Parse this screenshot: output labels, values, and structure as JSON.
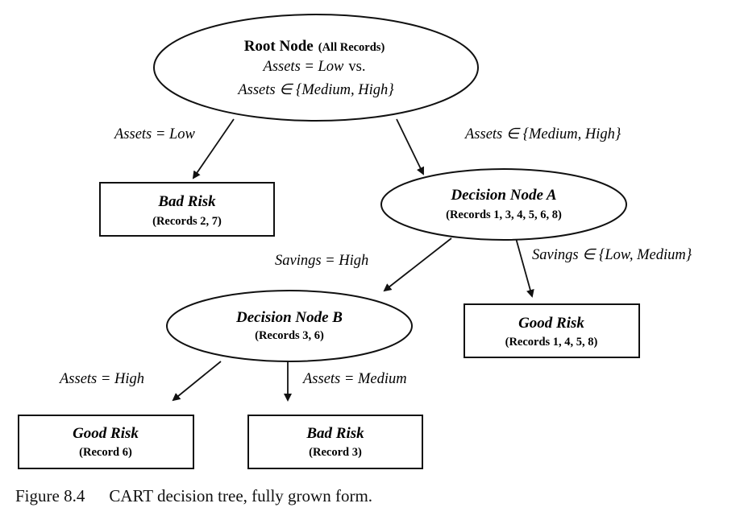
{
  "root": {
    "title": "Root Node",
    "title_note": "(All Records)",
    "split_line1_a": "Assets = Low",
    "split_line1_b": "vs.",
    "split_line2": "Assets ∈ {Medium, High}"
  },
  "edges": {
    "root_left": "Assets = Low",
    "root_right": "Assets ∈ {Medium, High}",
    "a_left": "Savings = High",
    "a_right": "Savings ∈ {Low, Medium}",
    "b_left": "Assets = High",
    "b_right": "Assets = Medium"
  },
  "bad_risk_1": {
    "title": "Bad Risk",
    "records": "(Records 2, 7)"
  },
  "node_a": {
    "title": "Decision Node A",
    "records": "(Records 1, 3, 4, 5, 6, 8)"
  },
  "node_b": {
    "title": "Decision Node B",
    "records": "(Records 3, 6)"
  },
  "good_risk_1": {
    "title": "Good Risk",
    "records": "(Records 1, 4, 5, 8)"
  },
  "good_risk_2": {
    "title": "Good Risk",
    "records": "(Record 6)"
  },
  "bad_risk_2": {
    "title": "Bad Risk",
    "records": "(Record 3)"
  },
  "caption": {
    "label": "Figure 8.4",
    "text": "CART decision tree, fully grown form."
  }
}
